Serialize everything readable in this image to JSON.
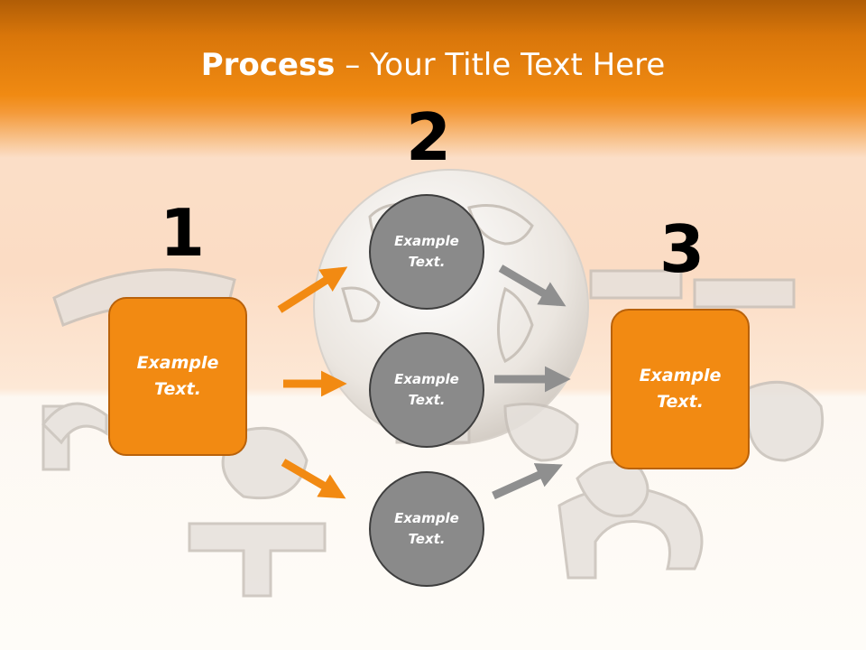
{
  "slide": {
    "title_bold": "Process",
    "title_rest": " – Your Title Text Here",
    "steps": {
      "one": "1",
      "two": "2",
      "three": "3"
    },
    "left_box": {
      "text": "Example\nText."
    },
    "right_box": {
      "text": "Example\nText."
    },
    "circles": [
      {
        "text": "Example\nText."
      },
      {
        "text": "Example\nText."
      },
      {
        "text": "Example\nText."
      }
    ],
    "colors": {
      "accent": "#f28a12",
      "accent_border": "#b9620b",
      "circle_fill": "#8a8a8a",
      "circle_border": "#3e3e3e",
      "gray_arrow": "#8f8f8f"
    }
  }
}
